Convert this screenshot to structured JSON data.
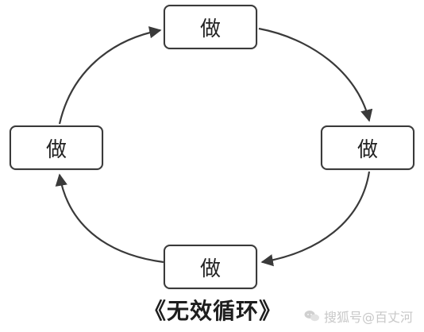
{
  "diagram": {
    "nodes": {
      "top": "做",
      "right": "做",
      "bottom": "做",
      "left": "做"
    },
    "caption": "《无效循环》",
    "edges": [
      {
        "from": "top",
        "to": "right"
      },
      {
        "from": "right",
        "to": "bottom"
      },
      {
        "from": "bottom",
        "to": "left"
      },
      {
        "from": "left",
        "to": "top"
      }
    ]
  },
  "watermark": {
    "text": "搜狐号@百丈河",
    "icon": "chat-bubbles-icon"
  },
  "colors": {
    "stroke": "#3a3a3a",
    "watermark": "#c8c8c8"
  }
}
